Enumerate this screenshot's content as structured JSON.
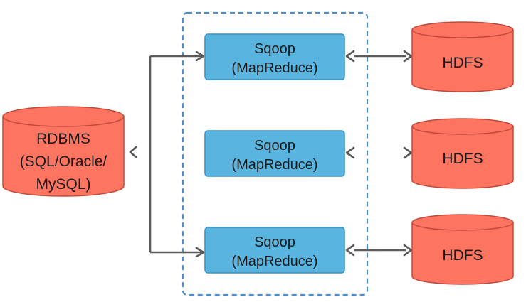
{
  "source": {
    "lines": [
      "RDBMS",
      "(SQL/Oracle/",
      "MySQL)"
    ]
  },
  "mappers": [
    {
      "line1": "Sqoop",
      "line2": "(MapReduce)"
    },
    {
      "line1": "Sqoop",
      "line2": "(MapReduce)"
    },
    {
      "line1": "Sqoop",
      "line2": "(MapReduce)"
    }
  ],
  "targets": [
    {
      "label": "HDFS"
    },
    {
      "label": "HDFS"
    },
    {
      "label": "HDFS"
    }
  ],
  "colors": {
    "cylinder_fill": "#fd7461",
    "cylinder_stroke": "#c24a3a",
    "mapper_fill": "#5ab4e0",
    "mapper_stroke": "#3c8fc0",
    "group_border": "#4a8ed0",
    "arrow": "#5a5a5a"
  }
}
